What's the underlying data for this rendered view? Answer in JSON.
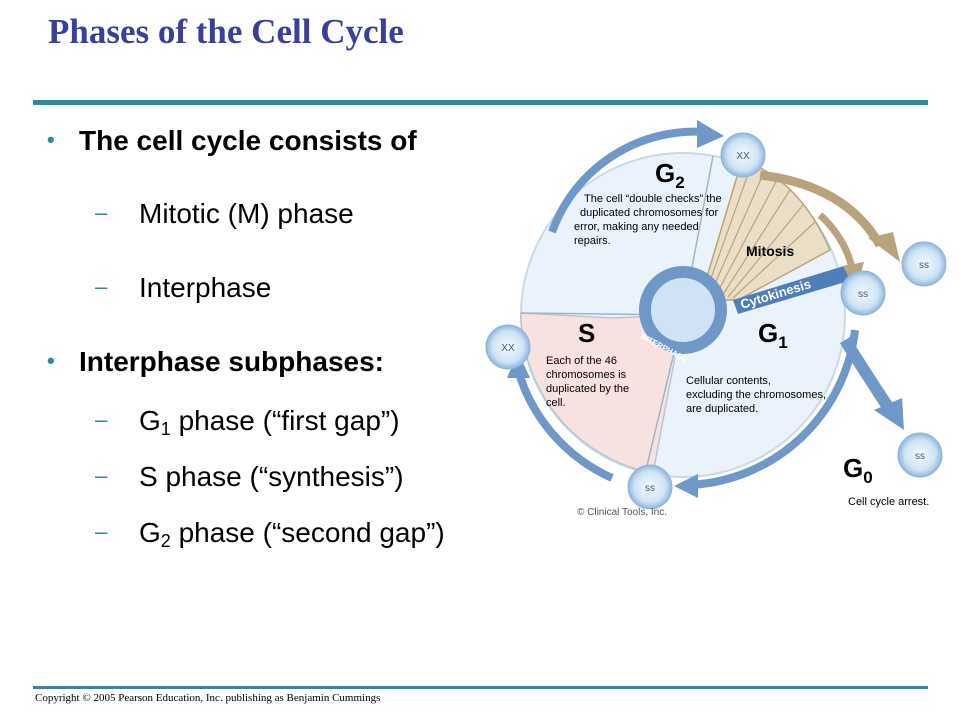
{
  "title": "Phases of the Cell Cycle",
  "bullets": [
    {
      "text": "The cell cycle consists of"
    },
    {
      "text": "Interphase subphases:"
    }
  ],
  "sub_bullets_1": [
    {
      "text": "Mitotic (M) phase"
    },
    {
      "text": "Interphase"
    }
  ],
  "sub_bullets_2": [
    {
      "pre": "G",
      "sub": "1",
      "post": " phase (“first gap”)"
    },
    {
      "pre": "S phase (“synthesis”)",
      "sub": "",
      "post": ""
    },
    {
      "pre": "G",
      "sub": "2",
      "post": " phase (“second gap”)"
    }
  ],
  "diagram": {
    "g2_label": "G",
    "g2_sub": "2",
    "g2_text": [
      "The cell “double checks” the",
      "duplicated chromosomes for",
      "error, making any needed",
      "repairs."
    ],
    "mitosis_label": "Mitosis",
    "cytokinesis_label": "Cytokinesis",
    "s_label": "S",
    "s_text": [
      "Each of the 46",
      "chromosomes is",
      "duplicated by the",
      "cell."
    ],
    "g1_label": "G",
    "g1_sub": "1",
    "g1_text": [
      "Cellular contents,",
      "excluding the chromosomes,",
      "are duplicated."
    ],
    "interphase_label": "INTERPHASE",
    "g0_label": "G",
    "g0_sub": "0",
    "g0_text": "Cell cycle arrest.",
    "credit": "© Clinical Tools, Inc."
  },
  "copyright": "Copyright © 2005 Pearson Education, Inc. publishing as Benjamin Cummings",
  "colors": {
    "title": "#3a3f9a",
    "accent": "#2e8c99",
    "arrow": "#6f97c8",
    "ring_fill": "#eaf3fb",
    "s_fill": "#f8e2df",
    "mitosis_fill": "#eadfc6",
    "mitosis_arrow": "#b8a37c"
  }
}
